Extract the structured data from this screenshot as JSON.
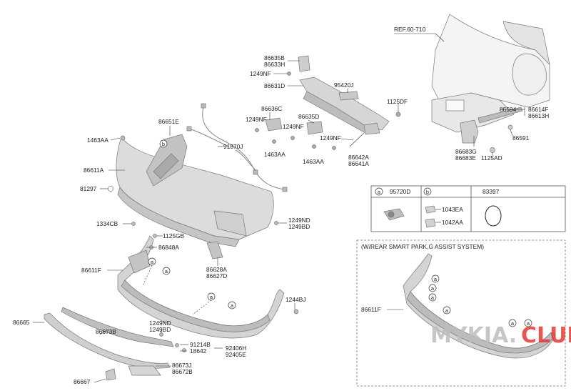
{
  "labels": {
    "ref_60_710": "REF.60-710",
    "p86635B": "86635B",
    "p86633H": "86633H",
    "p1249NF_top": "1249NF",
    "p86631D": "86631D",
    "p95420J": "95420J",
    "p1125DF": "1125DF",
    "p86636C": "86636C",
    "p86635D": "86635D",
    "p1249NF_a": "1249NF",
    "p1249NF_b": "1249NF",
    "p1249NF_c": "1249NF",
    "p1463AA_mid1": "1463AA",
    "p1463AA_mid2": "1463AA",
    "p86642A": "86642A",
    "p86641A": "86641A",
    "p86651E": "86651E",
    "p1463AA_left": "1463AA",
    "p91870J": "91870J",
    "p86611A": "86611A",
    "p81297": "81297",
    "p86594": "86594",
    "p86614F": "86614F",
    "p86613H": "86613H",
    "p86591": "86591",
    "p86683G": "86683G",
    "p86683E": "86683E",
    "p1125AD": "1125AD",
    "p1334CB": "1334CB",
    "p1125GB": "1125GB",
    "p1249ND_a": "1249ND",
    "p1249BD_a": "1249BD",
    "p86848A": "86848A",
    "p86628A": "86628A",
    "p86627D": "86627D",
    "p86611F": "86611F",
    "p1244BJ": "1244BJ",
    "p86665": "86665",
    "p86673B": "86673B",
    "p1249ND_b": "1249ND",
    "p1249BD_b": "1249BD",
    "p91214B": "91214B",
    "p18642": "18642",
    "p92406H": "92406H",
    "p92405E": "92405E",
    "p86673J": "86673J",
    "p86672B": "86672B",
    "p86667": "86667",
    "p86611F_b": "86611F"
  },
  "callouts": {
    "a": "a",
    "b": "b"
  },
  "legend_table": {
    "col_a_part": "95720D",
    "col_b_part1": "1043EA",
    "col_b_part2": "1042AA",
    "col_c_part": "83397"
  },
  "option_box": {
    "title": "(W/REAR SMART PARK,G ASSIST SYSTEM)"
  },
  "watermark": {
    "part1": "MYKIA.",
    "part2": "CLUB"
  },
  "colors": {
    "part_fill": "#d9d9d9",
    "part_dark": "#b5b5b5",
    "watermark_grey": "#bdbdbd",
    "watermark_red": "#e53935"
  }
}
